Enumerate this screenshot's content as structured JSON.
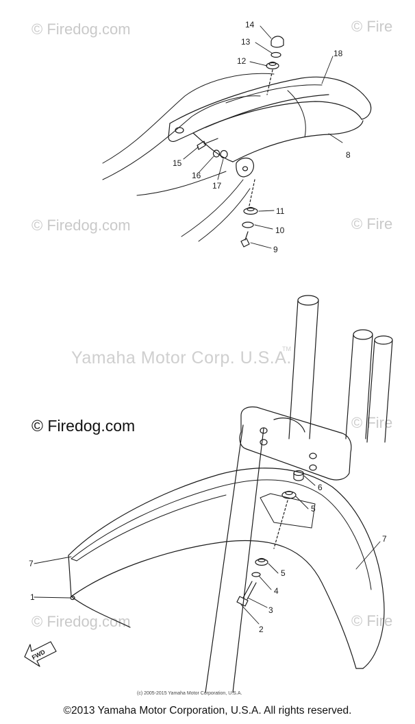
{
  "watermarks": {
    "firedog": "© Firedog.com",
    "firedog_partial": "© Fire",
    "corp": "Yamaha Motor Corp. U.S.A.",
    "tm": "TM"
  },
  "callouts": {
    "c14": "14",
    "c13": "13",
    "c12": "12",
    "c18": "18",
    "c8": "8",
    "c15": "15",
    "c16": "16",
    "c17": "17",
    "c11": "11",
    "c10": "10",
    "c9": "9",
    "c6": "6",
    "c5a": "5",
    "c7r": "7",
    "c7l": "7",
    "c5b": "5",
    "c4": "4",
    "c3": "3",
    "c1": "1",
    "c2": "2"
  },
  "fwd_label": "FWD",
  "fine_print": "(c) 2005-2015 Yamaha Motor Corporation, U.S.A.",
  "footer": "©2013 Yamaha Motor Corporation, U.S.A. All rights reserved."
}
